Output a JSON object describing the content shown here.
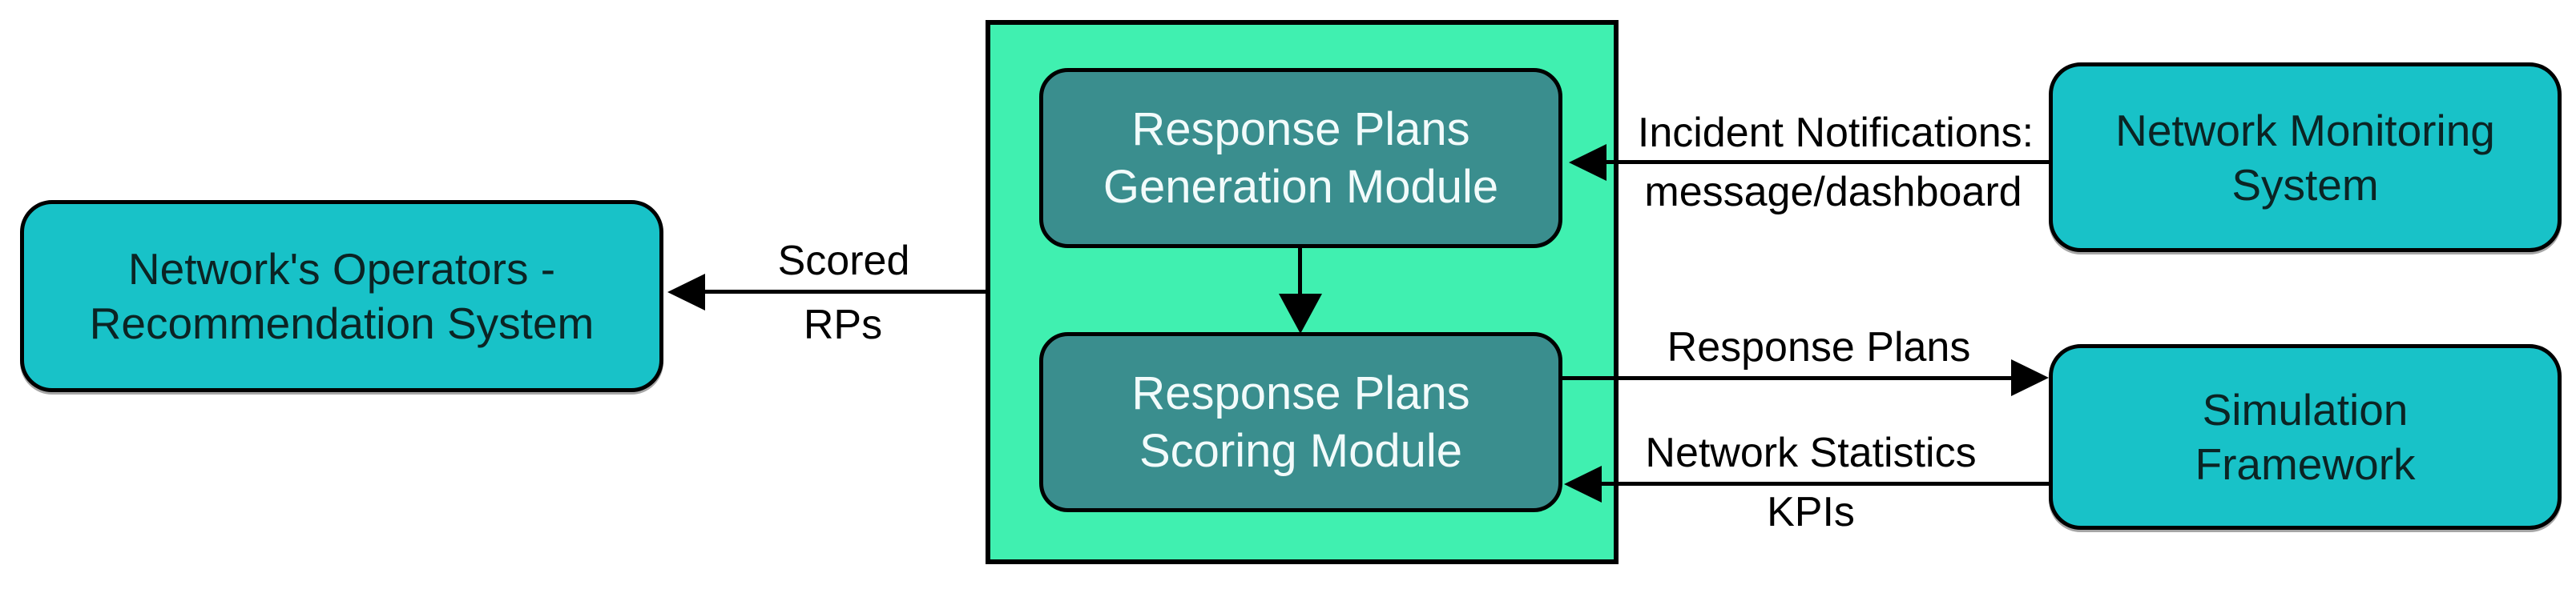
{
  "colors": {
    "canvas-bg": "#ffffff",
    "container-fill": "#40f0b0",
    "node-fill": "#18c2c8",
    "module-fill": "#3a8e8e",
    "module-text": "#f2fbfb",
    "node-text": "#0b2424",
    "line-color": "#000000",
    "border-color": "#000000",
    "label-color": "#000000"
  },
  "nodes": {
    "operators": {
      "line1": "Network's Operators -",
      "line2": "Recommendation System"
    },
    "generation": {
      "line1": "Response Plans",
      "line2": "Generation Module"
    },
    "scoring": {
      "line1": "Response Plans",
      "line2": "Scoring Module"
    },
    "monitoring": {
      "line1": "Network Monitoring",
      "line2": "System"
    },
    "simulation": {
      "line1": "Simulation",
      "line2": "Framework"
    }
  },
  "edges": {
    "scored_rps": {
      "label_top": "Scored",
      "label_bottom": "RPs"
    },
    "incident": {
      "label_top": "Incident Notifications:",
      "label_bottom": "message/dashboard"
    },
    "response_plans": {
      "label_top": "Response Plans"
    },
    "network_stats": {
      "label_top": "Network Statistics",
      "label_bottom": "KPIs"
    }
  }
}
